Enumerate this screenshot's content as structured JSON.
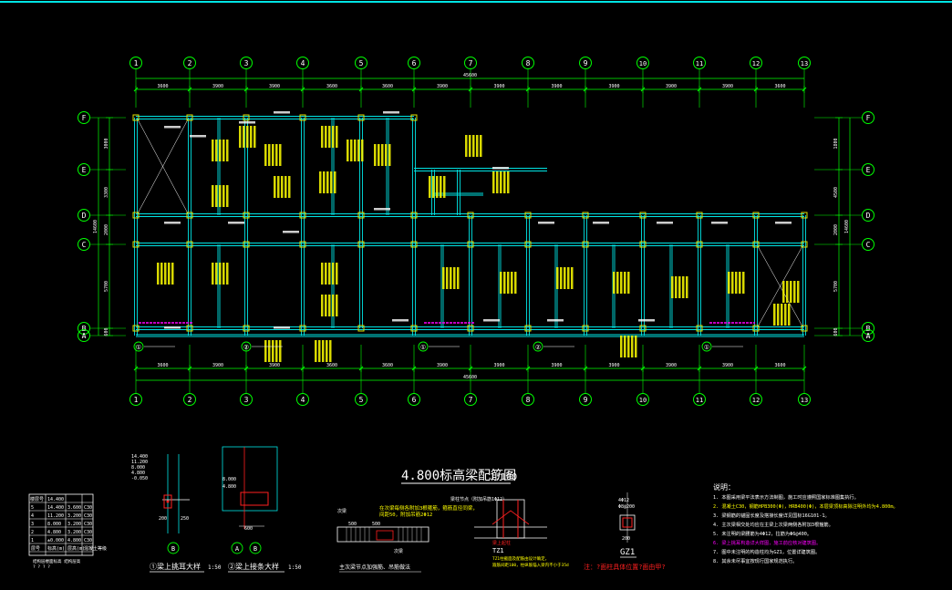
{
  "drawing": {
    "title": "4.800标高梁配筋图",
    "scale": "1:100",
    "colors": {
      "background": "#000000",
      "axis": "#00ff00",
      "beam": "#00e5e5",
      "annotation": "#ffff00",
      "dimension": "#00ff00",
      "text": "#ffffff",
      "highlight": "#ff00ff",
      "warning": "#ff2020",
      "column": "#e0e000"
    },
    "column_axes": [
      "1",
      "2",
      "3",
      "4",
      "5",
      "6",
      "7",
      "8",
      "9",
      "10",
      "11",
      "12",
      "13"
    ],
    "row_axes_left": [
      "F",
      "E",
      "D",
      "C",
      "B",
      "A"
    ],
    "row_axes_right": [
      "F",
      "E",
      "D",
      "C",
      "B",
      "A"
    ],
    "bay_dims_top": [
      "3600",
      "3900",
      "3900",
      "3600",
      "3600",
      "3900",
      "3900",
      "3900",
      "3900",
      "3900",
      "3900",
      "3600"
    ],
    "bay_dims_bottom": [
      "3600",
      "3900",
      "3900",
      "3600",
      "3600",
      "3900",
      "3900",
      "3900",
      "3900",
      "3900",
      "3900",
      "3600"
    ],
    "total_dim_top": "45600",
    "total_dim_bottom": "45600",
    "row_dims_left": [
      "3000",
      "3300",
      "2000",
      "5700",
      "600"
    ],
    "row_total_left": "14600",
    "row_dims_right": [
      "1800",
      "4500",
      "2000",
      "5700",
      "600"
    ],
    "row_total_right": "14600",
    "section_marks": [
      "①",
      "②",
      "①",
      "②",
      "①"
    ],
    "level_table": {
      "header": [
        "楼层号",
        "14.400",
        "",
        ""
      ],
      "rows": [
        [
          "5",
          "14.400",
          "3.600",
          "C30"
        ],
        [
          "4",
          "11.200",
          "3.200",
          "C30"
        ],
        [
          "3",
          "8.000",
          "3.200",
          "C30"
        ],
        [
          "2",
          "4.800",
          "3.200",
          "C30"
        ],
        [
          "1",
          "±0.000",
          "4.800",
          "C30"
        ],
        [
          "层号",
          "标高(m)",
          "层高(m)",
          "混凝土等级"
        ]
      ],
      "footer": "结构层楼面标高 结构层高"
    },
    "detail1": {
      "levels": [
        "14.400",
        "11.200",
        "8.000",
        "4.800",
        "-0.050"
      ],
      "dims": [
        "200",
        "250"
      ],
      "marker": "B",
      "caption": "①梁上挑耳大样",
      "scale": "1:50"
    },
    "detail2": {
      "levels": [
        "8.000",
        "4.800"
      ],
      "dims": [
        "600"
      ],
      "markers": [
        "A",
        "B"
      ],
      "caption": "②梁上接条大样",
      "scale": "1:50"
    },
    "detail3": {
      "labels": [
        "次梁",
        "500",
        "500",
        "次梁"
      ],
      "note": "在次梁每侧各附加3根箍筋，箍筋直径同梁，间距50，附加吊筋2Φ12",
      "caption": "主次梁节点加强筋、吊筋做法"
    },
    "detail4": {
      "top_label": "梁柱节点（附加吊筋1Φ12）",
      "mid_label": "梁上起柱",
      "caption": "TZ1",
      "note": "TZ1柱截面及配筋由设计确定，箍筋间距100，柱纵筋锚入梁内不小于35d"
    },
    "detail5": {
      "labels": [
        "4Φ12",
        "Φ8@200"
      ],
      "dim": "200",
      "caption": "GZ1",
      "warning": "注：?面柱具体位置?面由甲?"
    },
    "notes": {
      "title": "说明：",
      "items": [
        "1. 本图采用梁平法表示方法制图，施工时应遵照国家标准图集执行。",
        "2. 混凝土C30，钢筋HPB300(Φ)，HRB400(Φ)，本层梁顶标高除注明外均为4.800m。",
        "3. 梁钢筋的锚固长度及搭接长度详见国标16G101-1。",
        "4. 主次梁相交处均应在主梁上次梁两侧各附加3根箍筋。",
        "5. 未注明的梁腰筋为4Φ12，拉筋为Φ6@400。",
        "6. 梁上挑耳构造详大样图，施工前应核对建筑图。",
        "7. 图中未注明的构造柱均为GZ1，位置详建筑图。",
        "8. 其余未尽事宜按现行国家规范执行。"
      ]
    }
  }
}
